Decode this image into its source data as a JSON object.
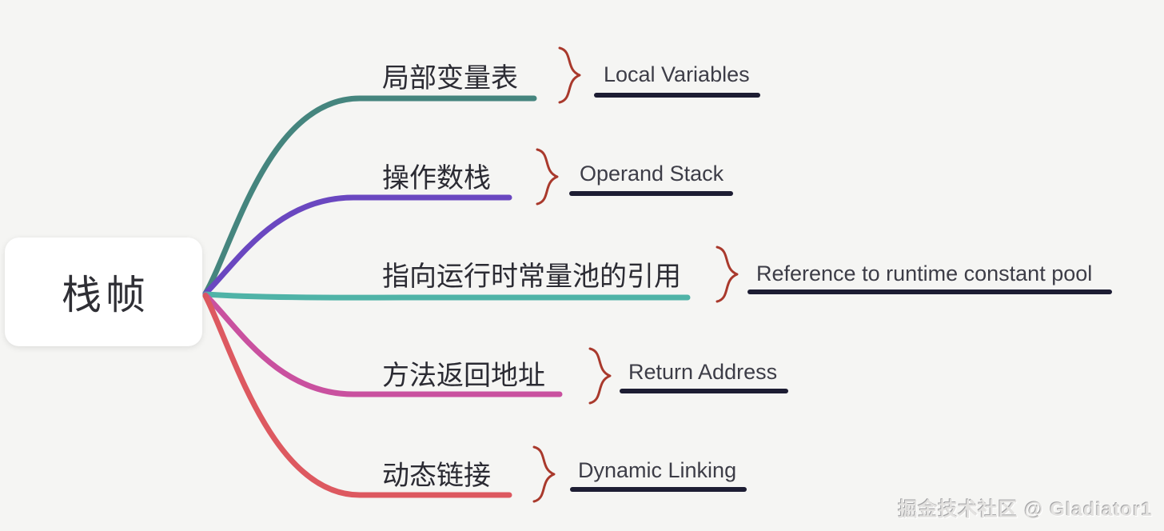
{
  "diagram": {
    "type": "mindmap",
    "background_color": "#f5f5f3",
    "root": {
      "label": "栈帧"
    },
    "branches": [
      {
        "id": "local-variables",
        "zh": "局部变量表",
        "en": "Local Variables",
        "color": "#45857e"
      },
      {
        "id": "operand-stack",
        "zh": "操作数栈",
        "en": "Operand Stack",
        "color": "#6a47c0"
      },
      {
        "id": "runtime-constant-pool",
        "zh": "指向运行时常量池的引用",
        "en": "Reference to runtime constant pool",
        "color": "#4fb3a7"
      },
      {
        "id": "return-address",
        "zh": "方法返回地址",
        "en": "Return Address",
        "color": "#c9519f"
      },
      {
        "id": "dynamic-linking",
        "zh": "动态链接",
        "en": "Dynamic Linking",
        "color": "#dd5960"
      }
    ],
    "brace": {
      "color": "#a9392c"
    },
    "underline": {
      "color": "#1d1d33"
    },
    "watermark": "掘金技术社区 @ Gladiator1"
  }
}
